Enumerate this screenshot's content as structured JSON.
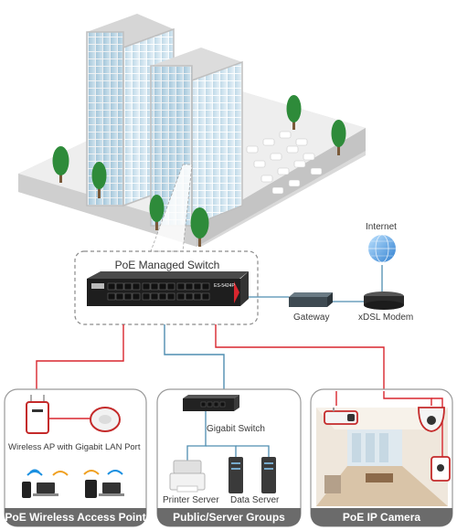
{
  "switch": {
    "title": "PoE Managed Switch",
    "model": "ES-5424P"
  },
  "network": {
    "internet": "Internet",
    "gateway": "Gateway",
    "modem": "xDSL Modem"
  },
  "panels": {
    "wireless": {
      "title": "PoE Wireless Access Point",
      "ap_label": "Wireless AP with Gigabit LAN Port"
    },
    "server": {
      "title": "Public/Server Groups",
      "switch_label": "Gigabit Switch",
      "printer_label": "Printer Server",
      "data_label": "Data Server"
    },
    "camera": {
      "title": "PoE IP Camera"
    }
  },
  "colors": {
    "red_link": "#d8262e",
    "blue_link": "#4f8db0",
    "panel_bar": "#6b6b6b",
    "panel_border": "#9a9a9a",
    "tree": "#2e8b3a"
  }
}
